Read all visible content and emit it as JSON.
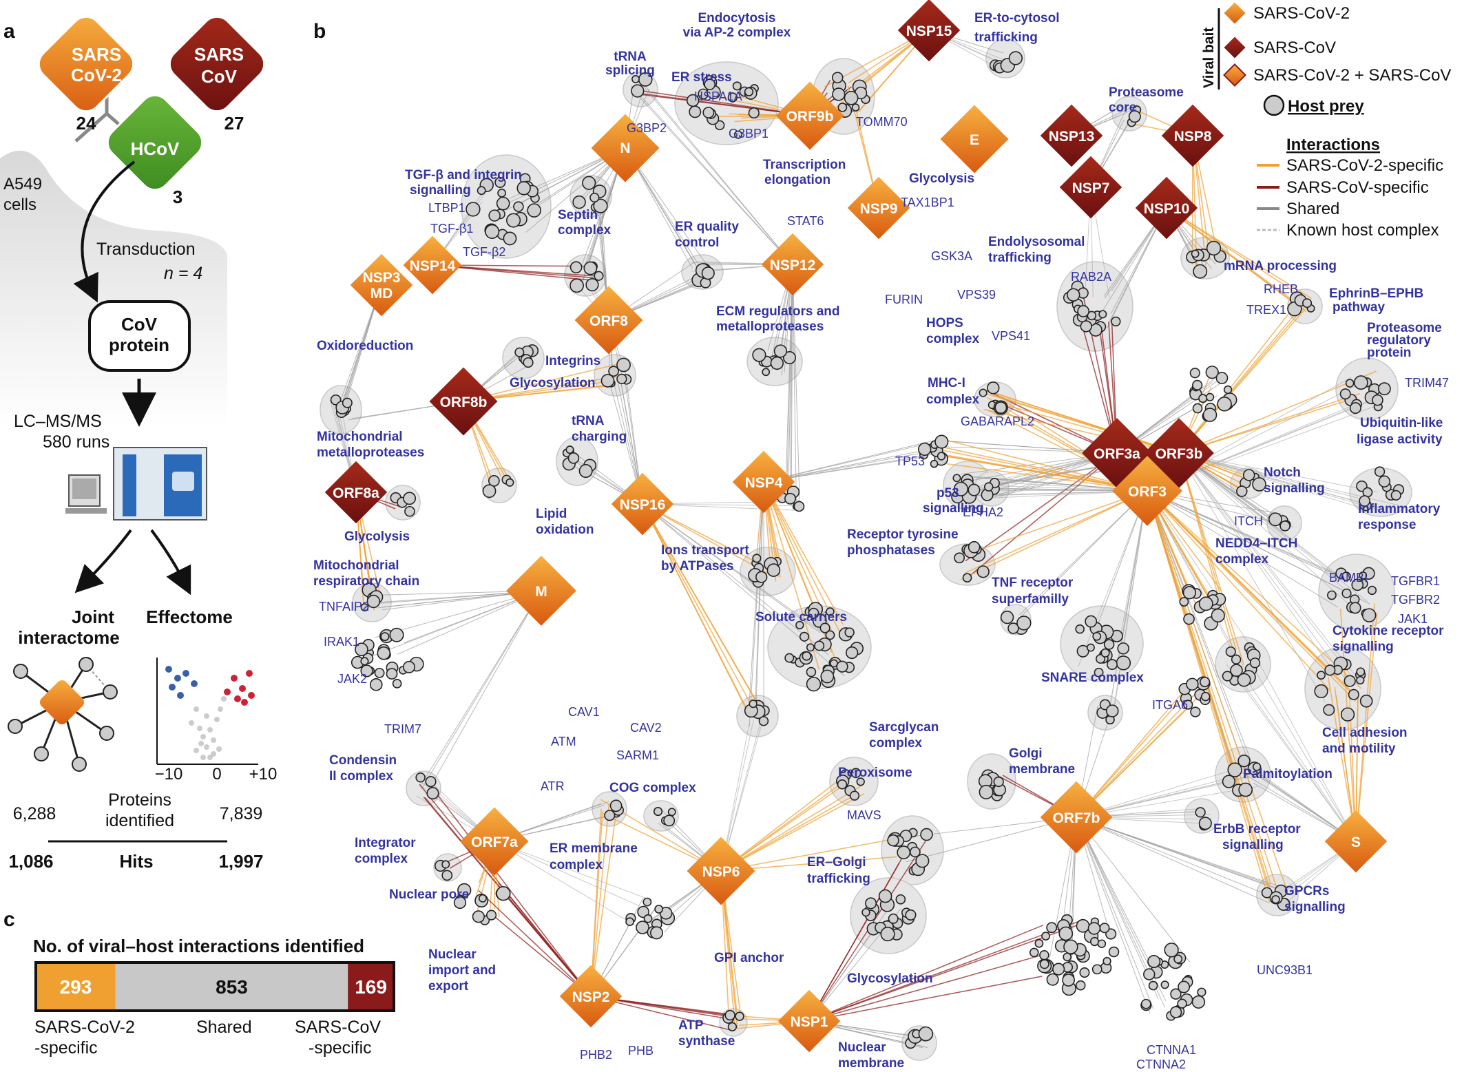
{
  "panel_labels": {
    "a": "a",
    "b": "b",
    "c": "c"
  },
  "colors": {
    "sars2": "#f0a030",
    "sars": "#8b1a1a",
    "hcov": "#5aa02c",
    "shared_gray": "#c8c8c8",
    "label_blue": "#3333a0"
  },
  "panel_a": {
    "bait_sars2_line1": "SARS",
    "bait_sars2_line2": "CoV-2",
    "bait_sars_line1": "SARS",
    "bait_sars_line2": "CoV",
    "bait_hcov": "HCoV",
    "count_sars2": "24",
    "count_sars": "27",
    "count_hcov": "3",
    "cells_line1": "A549",
    "cells_line2": "cells",
    "transduction": "Transduction",
    "n_label": "n = 4",
    "cov_protein_line1": "CoV",
    "cov_protein_line2": "protein",
    "lcms_line1": "LC–MS/MS",
    "lcms_line2": "580 runs",
    "joint_line1": "Joint",
    "joint_line2": "interactome",
    "effectome": "Effectome",
    "axis_neg": "−10",
    "axis_zero": "0",
    "axis_pos": "+10",
    "proteins_line1": "Proteins",
    "proteins_line2": "identified",
    "proteins_joint": "6,288",
    "proteins_effect": "7,839",
    "hits_label": "Hits",
    "hits_joint": "1,086",
    "hits_effect": "1,997"
  },
  "panel_c": {
    "title": "No. of viral–host interactions identified",
    "segments": [
      {
        "value": 293,
        "label_line1": "SARS-CoV-2",
        "label_line2": "-specific",
        "color": "#f0a030"
      },
      {
        "value": 853,
        "label_line1": "Shared",
        "label_line2": "",
        "color": "#c8c8c8"
      },
      {
        "value": 169,
        "label_line1": "SARS-CoV",
        "label_line2": "-specific",
        "color": "#8b1a1a"
      }
    ]
  },
  "legend": {
    "viral_bait_title": "Viral bait",
    "bait_sars2": "SARS-CoV-2",
    "bait_sars": "SARS-CoV",
    "bait_both": "SARS-CoV-2 + SARS-CoV",
    "host_prey": "Host prey",
    "interactions_title": "Interactions",
    "int_sars2": "SARS-CoV-2-specific",
    "int_sars": "SARS-CoV-specific",
    "int_shared": "Shared",
    "int_known": "Known host complex"
  },
  "baits": {
    "N": "N",
    "ORF9b": "ORF9b",
    "NSP15": "NSP15",
    "E": "E",
    "NSP13": "NSP13",
    "NSP8": "NSP8",
    "NSP7": "NSP7",
    "NSP10": "NSP10",
    "NSP9": "NSP9",
    "NSP12": "NSP12",
    "NSP14": "NSP14",
    "NSP3MD_line1": "NSP3",
    "NSP3MD_line2": "MD",
    "ORF8": "ORF8",
    "ORF8b": "ORF8b",
    "ORF8a": "ORF8a",
    "NSP4": "NSP4",
    "NSP16": "NSP16",
    "M": "M",
    "ORF3a": "ORF3a",
    "ORF3b": "ORF3b",
    "ORF3": "ORF3",
    "ORF7a": "ORF7a",
    "NSP6": "NSP6",
    "ORF7b": "ORF7b",
    "NSP2": "NSP2",
    "NSP1": "NSP1",
    "S": "S"
  },
  "modules": {
    "endocytosis_line1": "Endocytosis",
    "endocytosis_line2": "via AP-2 complex",
    "er_cytosol_line1": "ER-to-cytosol",
    "er_cytosol_line2": "trafficking",
    "trna_splicing_line1": "tRNA",
    "trna_splicing_line2": "splicing",
    "er_stress": "ER stress",
    "proteasome_core_line1": "Proteasome",
    "proteasome_core_line2": "core",
    "tgf_line1": "TGF-β and integrin",
    "tgf_line2": "signalling",
    "transcription_line1": "Transcription",
    "transcription_line2": "elongation",
    "glycolysis_top": "Glycolysis",
    "septin_line1": "Septin",
    "septin_line2": "complex",
    "er_quality_line1": "ER quality",
    "er_quality_line2": "control",
    "endolysosomal_line1": "Endolysosomal",
    "endolysosomal_line2": "trafficking",
    "mrna": "mRNA processing",
    "ephrin_line1": "EphrinB–EPHB",
    "ephrin_line2": "pathway",
    "ecm_line1": "ECM regulators and",
    "ecm_line2": "metalloproteases",
    "hops_line1": "HOPS",
    "hops_line2": "complex",
    "proteasome_reg_line1": "Proteasome",
    "proteasome_reg_line2": "regulatory",
    "proteasome_reg_line3": "protein",
    "oxidoreduction": "Oxidoreduction",
    "integrins": "Integrins",
    "glycosylation_top": "Glycosylation",
    "mhc_line1": "MHC-I",
    "mhc_line2": "complex",
    "ubiquitin_line1": "Ubiquitin-like",
    "ubiquitin_line2": "ligase activity",
    "mito_metallo_line1": "Mitochondrial",
    "mito_metallo_line2": "metalloproteases",
    "trna_charging_line1": "tRNA",
    "trna_charging_line2": "charging",
    "notch_line1": "Notch",
    "notch_line2": "signalling",
    "p53_line1": "p53",
    "p53_line2": "signalling",
    "lipid_line1": "Lipid",
    "lipid_line2": "oxidation",
    "glycolysis_left": "Glycolysis",
    "inflammatory_line1": "Inflammatory",
    "inflammatory_line2": "response",
    "receptor_tyr_line1": "Receptor tyrosine",
    "receptor_tyr_line2": "phosphatases",
    "ions_line1": "Ions transport",
    "ions_line2": "by ATPases",
    "nedd4_line1": "NEDD4–ITCH",
    "nedd4_line2": "complex",
    "mito_resp_line1": "Mitochondrial",
    "mito_resp_line2": "respiratory chain",
    "tnf_line1": "TNF receptor",
    "tnf_line2": "superfamilly",
    "solute": "Solute carriers",
    "cytokine_line1": "Cytokine receptor",
    "cytokine_line2": "signalling",
    "snare": "SNARE complex",
    "cell_adhesion_line1": "Cell adhesion",
    "cell_adhesion_line2": "and motility",
    "sarcglycan_line1": "Sarcglycan",
    "sarcglycan_line2": "complex",
    "golgi_line1": "Golgi",
    "golgi_line2": "membrane",
    "condensin_line1": "Condensin",
    "condensin_line2": "II complex",
    "peroxisome": "Peroxisome",
    "palmitoylation": "Palmitoylation",
    "cog": "COG complex",
    "integrator_line1": "Integrator",
    "integrator_line2": "complex",
    "er_membrane_line1": "ER membrane",
    "er_membrane_line2": "complex",
    "erbb_line1": "ErbB receptor",
    "erbb_line2": "signalling",
    "er_golgi_line1": "ER–Golgi",
    "er_golgi_line2": "trafficking",
    "nuclear_pore": "Nuclear pore",
    "gpcrs_line1": "GPCRs",
    "gpcrs_line2": "signalling",
    "nuclear_import_line1": "Nuclear",
    "nuclear_import_line2": "import and",
    "nuclear_import_line3": "export",
    "gpi": "GPI anchor",
    "glycosylation_bottom": "Glycosylation",
    "atp_line1": "ATP",
    "atp_line2": "synthase",
    "nuclear_membrane_line1": "Nuclear",
    "nuclear_membrane_line2": "membrane"
  },
  "genes": {
    "HSPA1A": "HSPA1A",
    "G3BP2": "G3BP2",
    "G3BP1": "G3BP1",
    "TOMM70": "TOMM70",
    "LTBP1": "LTBP1",
    "TGFB1": "TGF-β1",
    "TGFB2": "TGF-β2",
    "STAT6": "STAT6",
    "TAX1BP1": "TAX1BP1",
    "GSK3A": "GSK3A",
    "RAB2A": "RAB2A",
    "RHEB": "RHEB",
    "FURIN": "FURIN",
    "VPS39": "VPS39",
    "VPS41": "VPS41",
    "TREX1": "TREX1",
    "TRIM47": "TRIM47",
    "GABARAPL2": "GABARAPL2",
    "TP53": "TP53",
    "EPHA2": "EPHA2",
    "ITCH": "ITCH",
    "BAMBI": "BAMBI",
    "TGFBR1": "TGFBR1",
    "TGFBR2": "TGFBR2",
    "JAK1": "JAK1",
    "TNFAIP2": "TNFAIP2",
    "IRAK1": "IRAK1",
    "JAK2": "JAK2",
    "TRIM7": "TRIM7",
    "CAV1": "CAV1",
    "CAV2": "CAV2",
    "ATM": "ATM",
    "SARM1": "SARM1",
    "ATR": "ATR",
    "ITGA6": "ITGA6",
    "MAVS": "MAVS",
    "UNC93B1": "UNC93B1",
    "PHB2": "PHB2",
    "PHB": "PHB",
    "CTNNA1": "CTNNA1",
    "CTNNA2": "CTNNA2"
  }
}
